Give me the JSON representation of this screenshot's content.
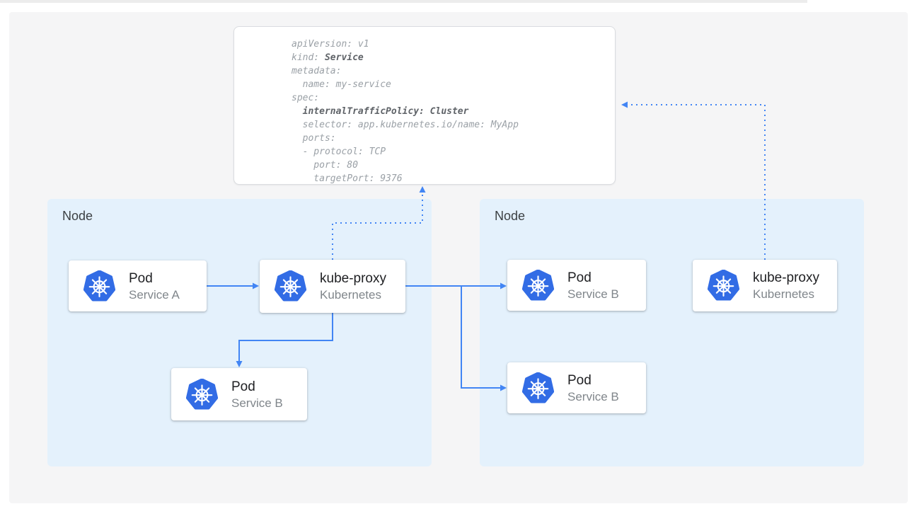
{
  "colors": {
    "accent_blue": "#4285f4",
    "kubernetes_blue": "#326ce5",
    "node_background": "#e4f1fc",
    "canvas_background": "#f5f5f6",
    "code_text": "#9aa0a6",
    "code_bold_text": "#5f6368"
  },
  "code_panel": {
    "lines": [
      {
        "pre": "apiVersion: v1",
        "bold": "",
        "post": ""
      },
      {
        "pre": "kind: ",
        "bold": "Service",
        "post": ""
      },
      {
        "pre": "metadata:",
        "bold": "",
        "post": ""
      },
      {
        "pre": "  name: my-service",
        "bold": "",
        "post": ""
      },
      {
        "pre": "spec:",
        "bold": "",
        "post": ""
      },
      {
        "pre": "  ",
        "bold": "internalTrafficPolicy: Cluster",
        "post": ""
      },
      {
        "pre": "  selector: app.kubernetes.io/name: MyApp",
        "bold": "",
        "post": ""
      },
      {
        "pre": "  ports:",
        "bold": "",
        "post": ""
      },
      {
        "pre": "  - protocol: TCP",
        "bold": "",
        "post": ""
      },
      {
        "pre": "    port: 80",
        "bold": "",
        "post": ""
      },
      {
        "pre": "    targetPort: 9376",
        "bold": "",
        "post": ""
      }
    ]
  },
  "nodes": [
    {
      "label": "Node",
      "cards": [
        {
          "title": "Pod",
          "subtitle": "Service A"
        },
        {
          "title": "kube-proxy",
          "subtitle": "Kubernetes"
        },
        {
          "title": "Pod",
          "subtitle": "Service B"
        }
      ]
    },
    {
      "label": "Node",
      "cards": [
        {
          "title": "Pod",
          "subtitle": "Service B"
        },
        {
          "title": "Pod",
          "subtitle": "Service B"
        },
        {
          "title": "kube-proxy",
          "subtitle": "Kubernetes"
        }
      ]
    }
  ]
}
